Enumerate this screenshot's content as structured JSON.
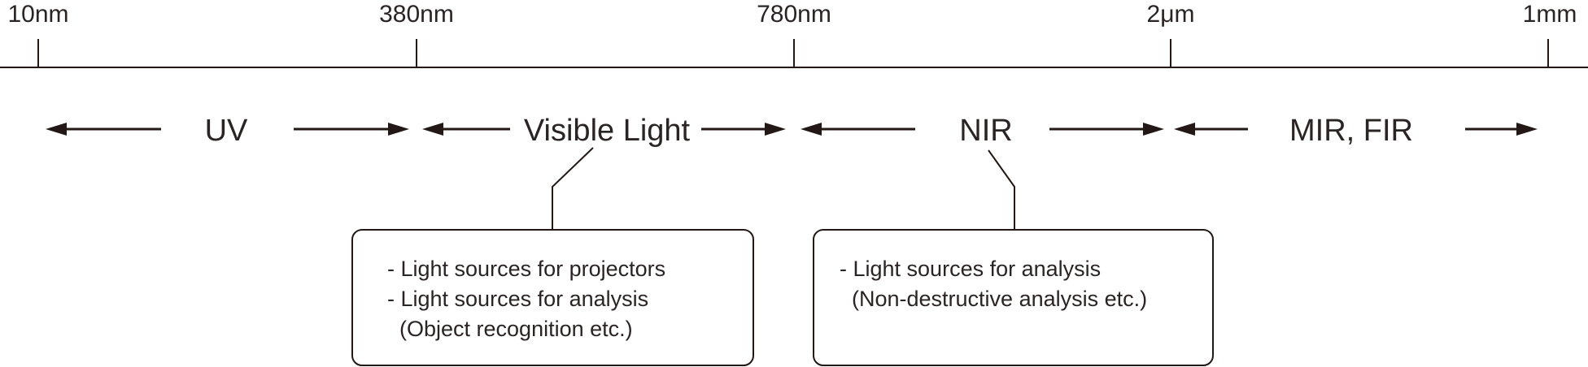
{
  "axis": {
    "ticks": [
      "10nm",
      "380nm",
      "780nm",
      "2μm",
      "1mm"
    ]
  },
  "regions": [
    "UV",
    "Visible Light",
    "NIR",
    "MIR, FIR"
  ],
  "callouts": {
    "visible": [
      "- Light sources for projectors",
      "- Light sources for analysis",
      "  (Object recognition etc.)"
    ],
    "nir": [
      "- Light sources for analysis",
      "  (Non-destructive analysis etc.)"
    ]
  },
  "colors": {
    "line": "#231815",
    "text": "#2b2424"
  }
}
